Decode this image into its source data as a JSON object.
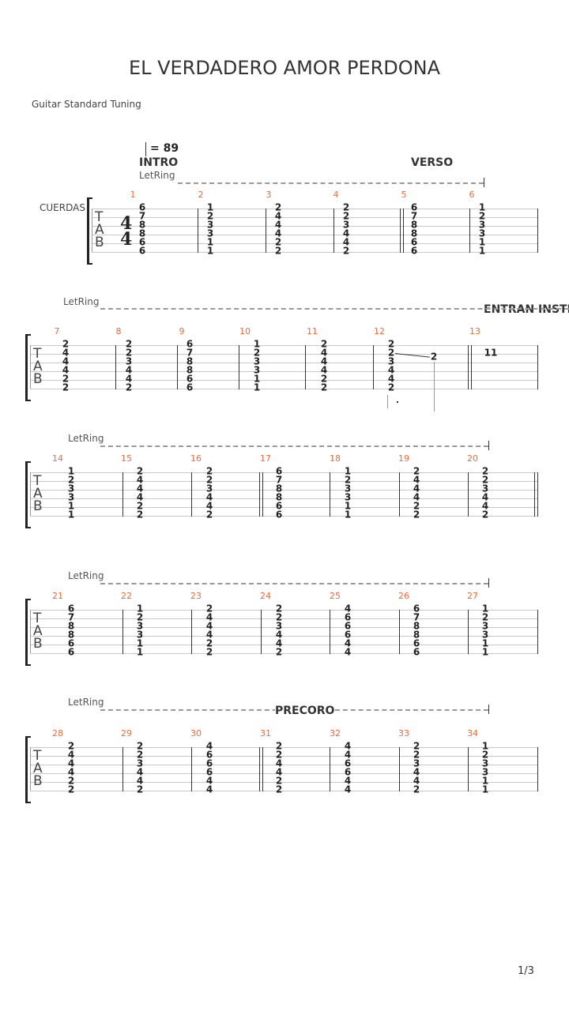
{
  "title": "EL VERDADERO AMOR PERDONA",
  "tuning": "Guitar Standard Tuning",
  "tempo": "= 89",
  "track_label": "CUERDAS",
  "tab_letters": [
    "T",
    "A",
    "B"
  ],
  "time_signature": [
    "4",
    "4"
  ],
  "let_ring": "LetRing",
  "page": "1/3",
  "sections": {
    "intro": "INTRO",
    "verso": "VERSO",
    "entran": "ENTRAN INSTR",
    "precoro": "PRECORO"
  },
  "systems": [
    {
      "measures": [
        {
          "n": "1",
          "frets": [
            "6",
            "7",
            "8",
            "8",
            "6",
            "6"
          ]
        },
        {
          "n": "2",
          "frets": [
            "1",
            "2",
            "3",
            "3",
            "1",
            "1"
          ]
        },
        {
          "n": "3",
          "frets": [
            "2",
            "4",
            "4",
            "4",
            "2",
            "2"
          ]
        },
        {
          "n": "4",
          "frets": [
            "2",
            "2",
            "3",
            "4",
            "4",
            "2"
          ]
        },
        {
          "n": "5",
          "frets": [
            "6",
            "7",
            "8",
            "8",
            "6",
            "6"
          ]
        },
        {
          "n": "6",
          "frets": [
            "1",
            "2",
            "3",
            "3",
            "1",
            "1"
          ]
        }
      ]
    },
    {
      "measures": [
        {
          "n": "7",
          "frets": [
            "2",
            "4",
            "4",
            "4",
            "2",
            "2"
          ]
        },
        {
          "n": "8",
          "frets": [
            "2",
            "2",
            "3",
            "4",
            "4",
            "2"
          ]
        },
        {
          "n": "9",
          "frets": [
            "6",
            "7",
            "8",
            "8",
            "6",
            "6"
          ]
        },
        {
          "n": "10",
          "frets": [
            "1",
            "2",
            "3",
            "3",
            "1",
            "1"
          ]
        },
        {
          "n": "11",
          "frets": [
            "2",
            "4",
            "4",
            "4",
            "2",
            "2"
          ]
        },
        {
          "n": "12",
          "frets": [
            "2",
            "2",
            "3",
            "4",
            "4",
            "2"
          ],
          "extra": "2"
        },
        {
          "n": "13",
          "frets": [
            "",
            "11",
            "",
            "",
            "",
            ""
          ]
        }
      ]
    },
    {
      "measures": [
        {
          "n": "14",
          "frets": [
            "1",
            "2",
            "3",
            "3",
            "1",
            "1"
          ]
        },
        {
          "n": "15",
          "frets": [
            "2",
            "4",
            "4",
            "4",
            "2",
            "2"
          ]
        },
        {
          "n": "16",
          "frets": [
            "2",
            "2",
            "3",
            "4",
            "4",
            "2"
          ]
        },
        {
          "n": "17",
          "frets": [
            "6",
            "7",
            "8",
            "8",
            "6",
            "6"
          ]
        },
        {
          "n": "18",
          "frets": [
            "1",
            "2",
            "3",
            "3",
            "1",
            "1"
          ]
        },
        {
          "n": "19",
          "frets": [
            "2",
            "4",
            "4",
            "4",
            "2",
            "2"
          ]
        },
        {
          "n": "20",
          "frets": [
            "2",
            "2",
            "3",
            "4",
            "4",
            "2"
          ]
        }
      ]
    },
    {
      "measures": [
        {
          "n": "21",
          "frets": [
            "6",
            "7",
            "8",
            "8",
            "6",
            "6"
          ]
        },
        {
          "n": "22",
          "frets": [
            "1",
            "2",
            "3",
            "3",
            "1",
            "1"
          ]
        },
        {
          "n": "23",
          "frets": [
            "2",
            "4",
            "4",
            "4",
            "2",
            "2"
          ]
        },
        {
          "n": "24",
          "frets": [
            "2",
            "2",
            "3",
            "4",
            "4",
            "2"
          ]
        },
        {
          "n": "25",
          "frets": [
            "4",
            "6",
            "6",
            "6",
            "4",
            "4"
          ]
        },
        {
          "n": "26",
          "frets": [
            "6",
            "7",
            "8",
            "8",
            "6",
            "6"
          ]
        },
        {
          "n": "27",
          "frets": [
            "1",
            "2",
            "3",
            "3",
            "1",
            "1"
          ]
        }
      ]
    },
    {
      "measures": [
        {
          "n": "28",
          "frets": [
            "2",
            "4",
            "4",
            "4",
            "2",
            "2"
          ]
        },
        {
          "n": "29",
          "frets": [
            "2",
            "2",
            "3",
            "4",
            "4",
            "2"
          ]
        },
        {
          "n": "30",
          "frets": [
            "4",
            "6",
            "6",
            "6",
            "4",
            "4"
          ]
        },
        {
          "n": "31",
          "frets": [
            "2",
            "2",
            "4",
            "4",
            "2",
            "2"
          ]
        },
        {
          "n": "32",
          "frets": [
            "4",
            "4",
            "6",
            "6",
            "4",
            "4"
          ]
        },
        {
          "n": "33",
          "frets": [
            "2",
            "2",
            "3",
            "4",
            "4",
            "2"
          ]
        },
        {
          "n": "34",
          "frets": [
            "1",
            "2",
            "3",
            "3",
            "1",
            "1"
          ]
        }
      ]
    }
  ]
}
